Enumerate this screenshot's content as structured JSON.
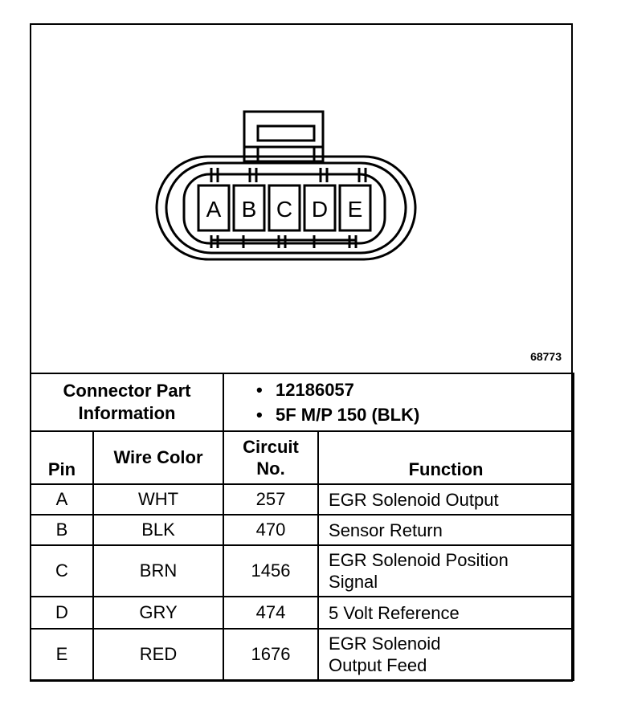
{
  "diagram": {
    "pin_letters": [
      "A",
      "B",
      "C",
      "D",
      "E"
    ],
    "drawing_number": "68773"
  },
  "part_info": {
    "label_line1": "Connector Part",
    "label_line2": "Information",
    "values": [
      "12186057",
      "5F M/P 150 (BLK)"
    ],
    "bullet": "•"
  },
  "table": {
    "headers": {
      "pin": "Pin",
      "wire_color": "Wire Color",
      "circuit_line1": "Circuit",
      "circuit_line2": "No.",
      "function": "Function"
    },
    "rows": [
      {
        "pin": "A",
        "wire": "WHT",
        "circuit": "257",
        "function": [
          "EGR Solenoid Output"
        ]
      },
      {
        "pin": "B",
        "wire": "BLK",
        "circuit": "470",
        "function": [
          "Sensor Return"
        ]
      },
      {
        "pin": "C",
        "wire": "BRN",
        "circuit": "1456",
        "function": [
          "EGR Solenoid Position",
          "Signal"
        ]
      },
      {
        "pin": "D",
        "wire": "GRY",
        "circuit": "474",
        "function": [
          "5 Volt Reference"
        ]
      },
      {
        "pin": "E",
        "wire": "RED",
        "circuit": "1676",
        "function": [
          "EGR Solenoid",
          "Output Feed"
        ]
      }
    ]
  }
}
